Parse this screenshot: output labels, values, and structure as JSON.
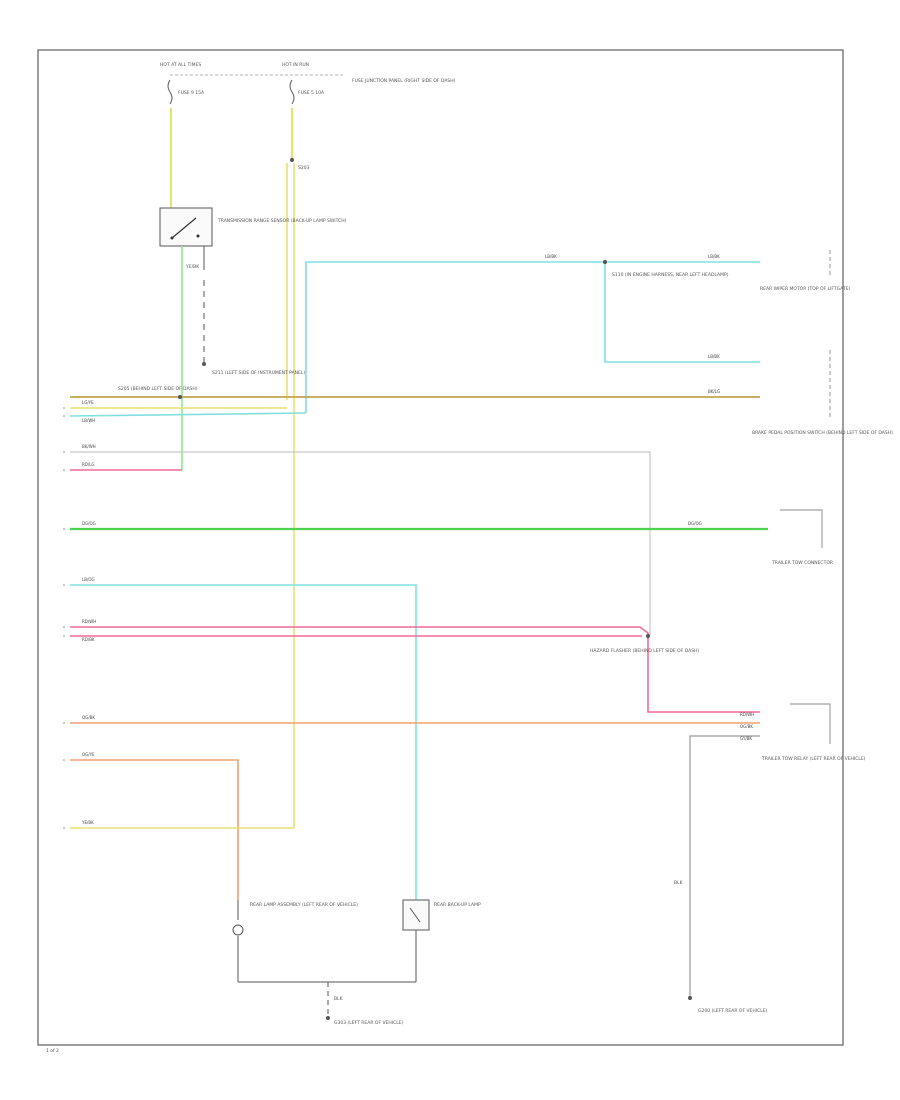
{
  "colors": {
    "yellow": "#e8e070",
    "light_green": "#90e890",
    "green": "#4fd04f",
    "cyan": "#80e0e0",
    "pink": "#f06a9a",
    "orange": "#f0a070",
    "gray": "#9a9a9a",
    "black": "#222222"
  },
  "page": {
    "footer_code": "1 of 2"
  },
  "fuses": {
    "fuse_a_top": "HOT AT ALL TIMES",
    "fuse_a_name": "FUSE 9 15A",
    "fuse_b_top": "HOT IN RUN",
    "fuse_b_name": "FUSE 5 10A",
    "fuse_panel": "FUSE JUNCTION PANEL (RIGHT SIDE OF DASH)"
  },
  "components": {
    "switch_box": "TRANSMISSION RANGE SENSOR (BACK-UP LAMP SWITCH)",
    "splice_top": "S203",
    "splice_mid": "S211 (LEFT SIDE OF INSTRUMENT PANEL)",
    "splice_left": "S205 (BEHIND LEFT SIDE OF DASH)",
    "hazard_conn": "HAZARD FLASHER (BEHIND LEFT SIDE OF DASH)",
    "center_splice": "S110 (IN ENGINE HARNESS, NEAR LEFT HEADLAMP)",
    "right_top_conn": "REAR WIPER MOTOR (TOP OF LIFTGATE)",
    "right_mid_conn": "BRAKE PEDAL POSITION SWITCH (BEHIND LEFT SIDE OF DASH)",
    "right_lower_conn": "TRAILER TOW CONNECTOR",
    "right_bottom_conn": "TRAILER TOW RELAY (LEFT REAR OF VEHICLE)",
    "bottom_left": "REAR LAMP ASSEMBLY (LEFT REAR OF VEHICLE)",
    "bottom_mid": "REAR BACK-UP LAMP",
    "bottom_ground": "G303 (LEFT REAR OF VEHICLE)",
    "bottom_right": "G200 (LEFT REAR OF VEHICLE)",
    "ground_label": "BLK"
  },
  "wires": {
    "w1": "LG/YE",
    "w2": "LB/WH",
    "w3": "BK/WH",
    "w4": "RD/LG",
    "w5": "DG/OG",
    "w6": "LB/OG",
    "w7": "RD/WH",
    "w8": "RD/BK",
    "w9": "OG/BK",
    "w10": "OG/YE",
    "w11": "YE/BK",
    "top_right_a": "LB/BK",
    "top_right_b": "LB/BK",
    "mid_right": "BK/LG",
    "green_right": "DG/OG",
    "pink_right": "RD/WH",
    "org_right": "OG/BK",
    "gray_right": "GY/BK",
    "yel_vert": "LG/YE",
    "left_vert": "YE/BK"
  }
}
